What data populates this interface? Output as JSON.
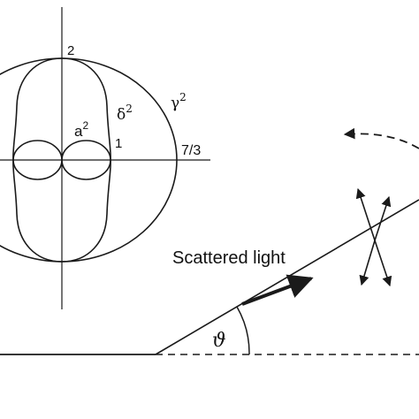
{
  "polar_figure": {
    "labels": {
      "top": "2",
      "a2": "a",
      "a2_sup": "2",
      "delta2": "δ",
      "delta2_sup": "2",
      "gamma2": "γ",
      "gamma2_sup": "2",
      "one": "1",
      "seven_thirds": "7/3"
    },
    "curves": [
      "a-squared-lobes",
      "delta-squared-peanut",
      "gamma-squared-oval"
    ]
  },
  "scattering": {
    "beam_label": "Scattered light",
    "angle_symbol": "ϑ"
  },
  "colors": {
    "ink": "#1a1a1a",
    "background": "#ffffff"
  }
}
